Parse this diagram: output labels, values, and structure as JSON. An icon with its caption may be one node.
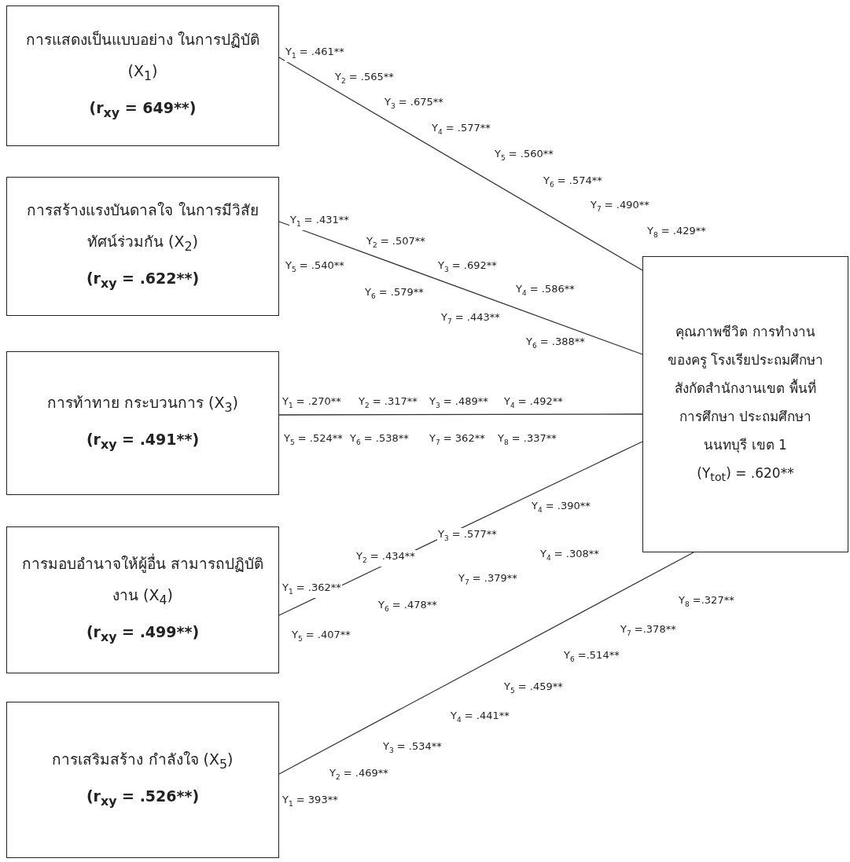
{
  "diagram": {
    "nodes": [
      {
        "text": [
          "การแสดงเป็นแบบอย่าง ในการปฏิบัติ (X$_{1}$)",
          "(r$_{xy}$ = 649**)"
        ]
      },
      {
        "text": [
          "การสร้างแรงบันดาลใจ ในการมีวิสัยทัศน์ร่วมกัน (X$_{2}$)",
          "(r$_{xy}$ = .622**)"
        ]
      },
      {
        "text": [
          "การท้าทาย กระบวนการ (X$_{3}$)",
          "(r$_{xy}$ = .491**)"
        ]
      },
      {
        "text": [
          "การมอบอำนาจให้ผู้อื่น สามารถปฏิบัติงาน (X$_{4}$)",
          "(r$_{xy}$ = .499**)"
        ]
      },
      {
        "text": [
          "การเสริมสร้าง กำลังใจ (X$_{5}$)",
          "(r$_{xy}$ = .526**)"
        ]
      },
      {
        "text": [
          "คุณภาพชีวิต การทำงานของครู โรงเรียประถมศึกษา สังกัดสำนักงานเขต พื้นที่การศึกษา ประถมศึกษา นนทบุรี เขต 1",
          "(Y$_{tot}$) = .620**"
        ]
      }
    ],
    "edges": [
      {
        "from": 0,
        "to": 5,
        "arrow": "none"
      },
      {
        "from": 1,
        "to": 5,
        "arrow": "none"
      },
      {
        "from": 2,
        "to": 5,
        "arrow": "none"
      },
      {
        "from": 3,
        "to": 5,
        "arrow": "none"
      },
      {
        "from": 4,
        "to": 5,
        "arrow": "none"
      }
    ],
    "labels": [
      "Y$_{1}$ = .461**",
      "Y$_{2}$ = .565**",
      "Y$_{3}$ = .675**",
      "Y$_{4}$ = .577**",
      "Y$_{5}$ = .560**",
      "Y$_{6}$ = .574**",
      "Y$_{7}$ = .490**",
      "Y$_{8}$ = .429**",
      "Y$_{1}$ = .431**",
      "Y$_{2}$ = .507**",
      "Y$_{5}$ = .540**",
      "Y$_{3}$ = .692**",
      "Y$_{6}$ = .579**",
      "Y$_{4}$ = .586**",
      "Y$_{7}$ = .443**",
      "Y$_{6}$ = .388**",
      "Y$_{1}$ = .270**",
      "Y$_{2}$ = .317**",
      "Y$_{3}$ = .489**",
      "Y$_{4}$ = .492**",
      "Y$_{5}$ = .524**",
      "Y$_{6}$ = .538**",
      "Y$_{7}$ = 362**",
      "Y$_{8}$ = .337**",
      "Y$_{4}$ = .390**",
      "Y$_{3}$ = .577**",
      "Y$_{2}$ = .434**",
      "Y$_{4}$ = .308**",
      "Y$_{1}$ = .362**",
      "Y$_{7}$ = .379**",
      "Y$_{6}$ = .478**",
      "Y$_{5}$ = .407**",
      "Y$_{8}$ =.327**",
      "Y$_{7}$ =.378**",
      "Y$_{6}$ =.514**",
      "Y$_{5}$ = .459**",
      "Y$_{4}$ = .441**",
      "Y$_{3}$ = .534**",
      "Y$_{2}$ = .469**",
      "Y$_{1}$ = 393**"
    ]
  }
}
